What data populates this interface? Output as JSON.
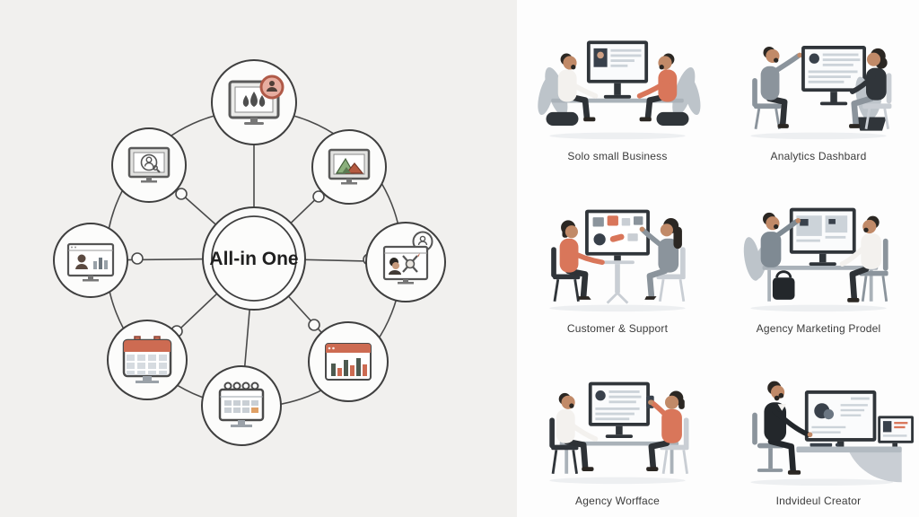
{
  "diagram": {
    "center_label": "All-in One",
    "icons": [
      {
        "position": "top",
        "name": "photo-media-monitor-icon",
        "badge": "user-badge"
      },
      {
        "position": "upper-left",
        "name": "user-search-monitor-icon"
      },
      {
        "position": "upper-right",
        "name": "image-mountains-monitor-icon"
      },
      {
        "position": "left",
        "name": "profile-analytics-window-icon"
      },
      {
        "position": "right",
        "name": "design-tools-window-icon",
        "badge": "user-speech-bubble"
      },
      {
        "position": "lower-left",
        "name": "calendar-monitor-icon"
      },
      {
        "position": "bottom",
        "name": "schedule-calendar-monitor-icon"
      },
      {
        "position": "lower-right",
        "name": "bar-chart-window-icon"
      }
    ]
  },
  "tiles": [
    {
      "caption": "Solo small Business"
    },
    {
      "caption": "Analytics Dashbard"
    },
    {
      "caption": "Customer & Support"
    },
    {
      "caption": "Agency Marketing Prodel"
    },
    {
      "caption": "Agency Worfface"
    },
    {
      "caption": "Indvideul Creator"
    }
  ],
  "colors": {
    "left_background": "#f1f0ee",
    "right_background": "#fdfdfd",
    "diagram_line": "#4a4a4a",
    "accent_coral": "#cd6b52",
    "accent_green": "#8bb07c",
    "illustration_ink": "#30353a"
  }
}
